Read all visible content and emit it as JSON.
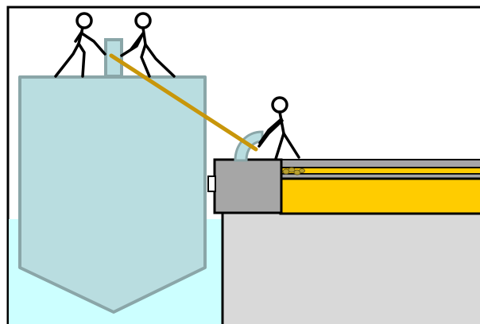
{
  "scene": {
    "description_free": true,
    "colors": {
      "background": "#ffffff",
      "water": "#ccffff",
      "hull_fill": "#b9dde0",
      "hull_stroke": "#8aa6a8",
      "pier_fill": "#d9d9d9",
      "block_fill": "#a6a6a6",
      "rope": "#c8960a",
      "rail_fill": "#ffcc00",
      "rail_top": "#a6a6a6",
      "outline": "#000000",
      "figure_stroke": "#000000",
      "cleat_fill": "#b9dde0",
      "coil": "#b8a030"
    },
    "figures": [
      {
        "id": "worker-left-on-ship",
        "role": "pulling"
      },
      {
        "id": "worker-right-on-ship",
        "role": "pulling"
      },
      {
        "id": "worker-on-pier",
        "role": "handling-line"
      }
    ]
  }
}
